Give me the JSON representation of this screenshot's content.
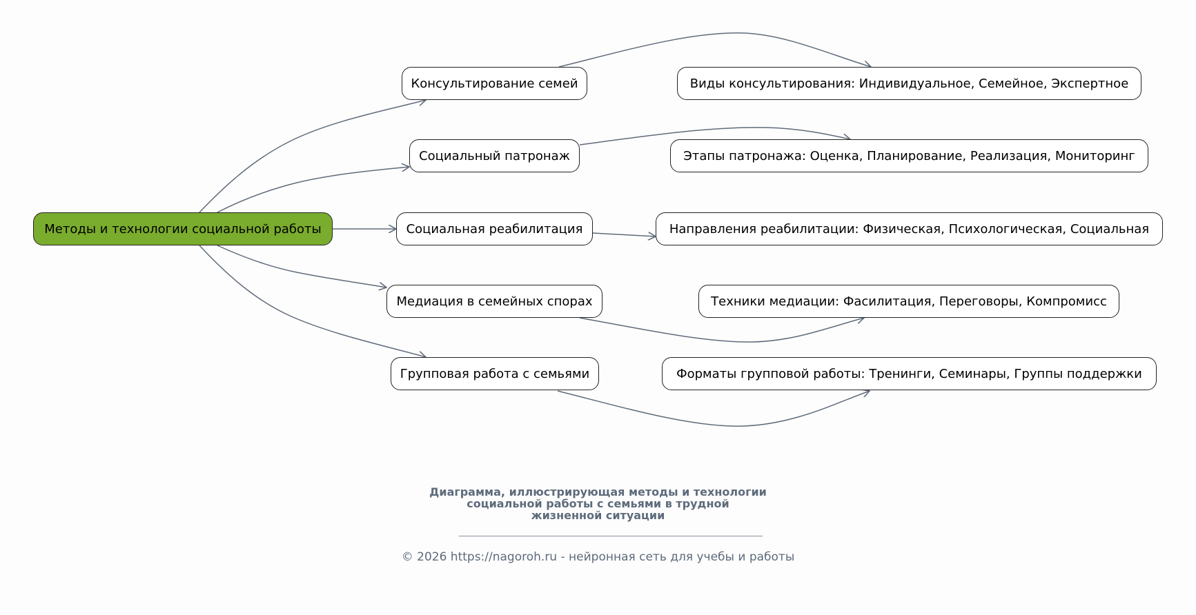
{
  "diagram": {
    "edge_color": "#5f6b7a",
    "root": {
      "label": "Методы и технологии социальной работы",
      "fill": "#7aac2d"
    },
    "methods": [
      {
        "label": "Консультирование семей",
        "detail": "Виды консультирования: Индивидуальное, Семейное, Экспертное"
      },
      {
        "label": "Социальный патронаж",
        "detail": "Этапы патронажа: Оценка, Планирование, Реализация, Мониторинг"
      },
      {
        "label": "Социальная реабилитация",
        "detail": "Направления реабилитации: Физическая, Психологическая, Социальная"
      },
      {
        "label": "Медиация в семейных спорах",
        "detail": "Техники медиации: Фасилитация, Переговоры, Компромисс"
      },
      {
        "label": "Групповая работа с семьями",
        "detail": "Форматы групповой работы: Тренинги, Семинары, Группы поддержки"
      }
    ]
  },
  "caption": {
    "lines": [
      "Диаграмма, иллюстрирующая методы и технологии",
      "социальной работы с семьями в трудной",
      "жизненной ситуации"
    ]
  },
  "footer": {
    "text": "© 2026 https://nagoroh.ru - нейронная сеть для учебы и работы"
  }
}
